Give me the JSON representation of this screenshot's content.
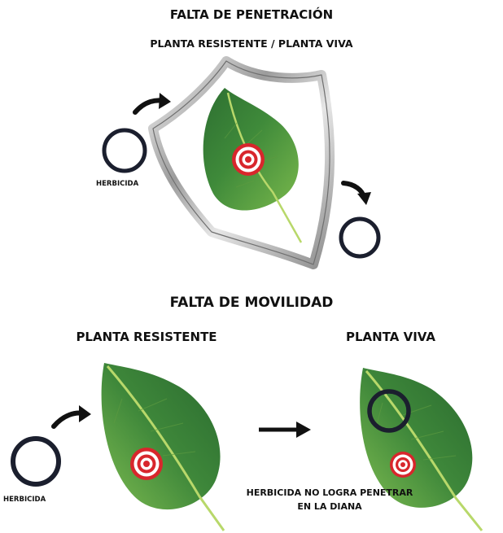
{
  "section_penetration": {
    "title": "FALTA DE PENETRACIÓN",
    "subtitle": "PLANTA RESISTENTE / PLANTA VIVA",
    "herbicide_label": "HERBICIDA"
  },
  "section_mobility": {
    "title": "FALTA DE MOVILIDAD",
    "left_label": "PLANTA RESISTENTE",
    "right_label": "PLANTA VIVA",
    "herbicide_label": "HERBICIDA",
    "note": "HERBICIDA NO LOGRA PENETRAR EN LA DIANA"
  },
  "colors": {
    "herbicide_ring": "#1b1f2e",
    "leaf_dark": "#2f7a36",
    "leaf_light": "#6fb347",
    "target_red": "#d8262c",
    "shield_silver": "#b9b9b9",
    "arrow": "#111111"
  },
  "icons": [
    "herbicide-circle-icon",
    "curved-arrow-icon",
    "shield-icon",
    "leaf-icon",
    "target-icon",
    "right-arrow-icon"
  ]
}
